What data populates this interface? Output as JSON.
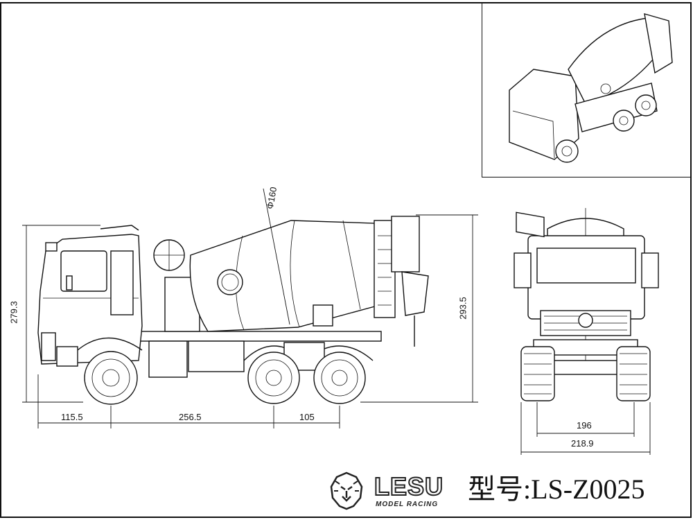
{
  "drawing": {
    "dimensions": {
      "height_left": "279.3",
      "height_right": "293.5",
      "drum_diameter": "Φ160",
      "wheelbase_front_overhang": "115.5",
      "wheelbase_main": "256.5",
      "wheelbase_rear": "105",
      "track_width": "196",
      "overall_width": "218.9"
    }
  },
  "brand": {
    "logo_text": "LESU",
    "logo_subtext": "MODEL RACING",
    "model_label": "型号:LS-Z0025"
  }
}
